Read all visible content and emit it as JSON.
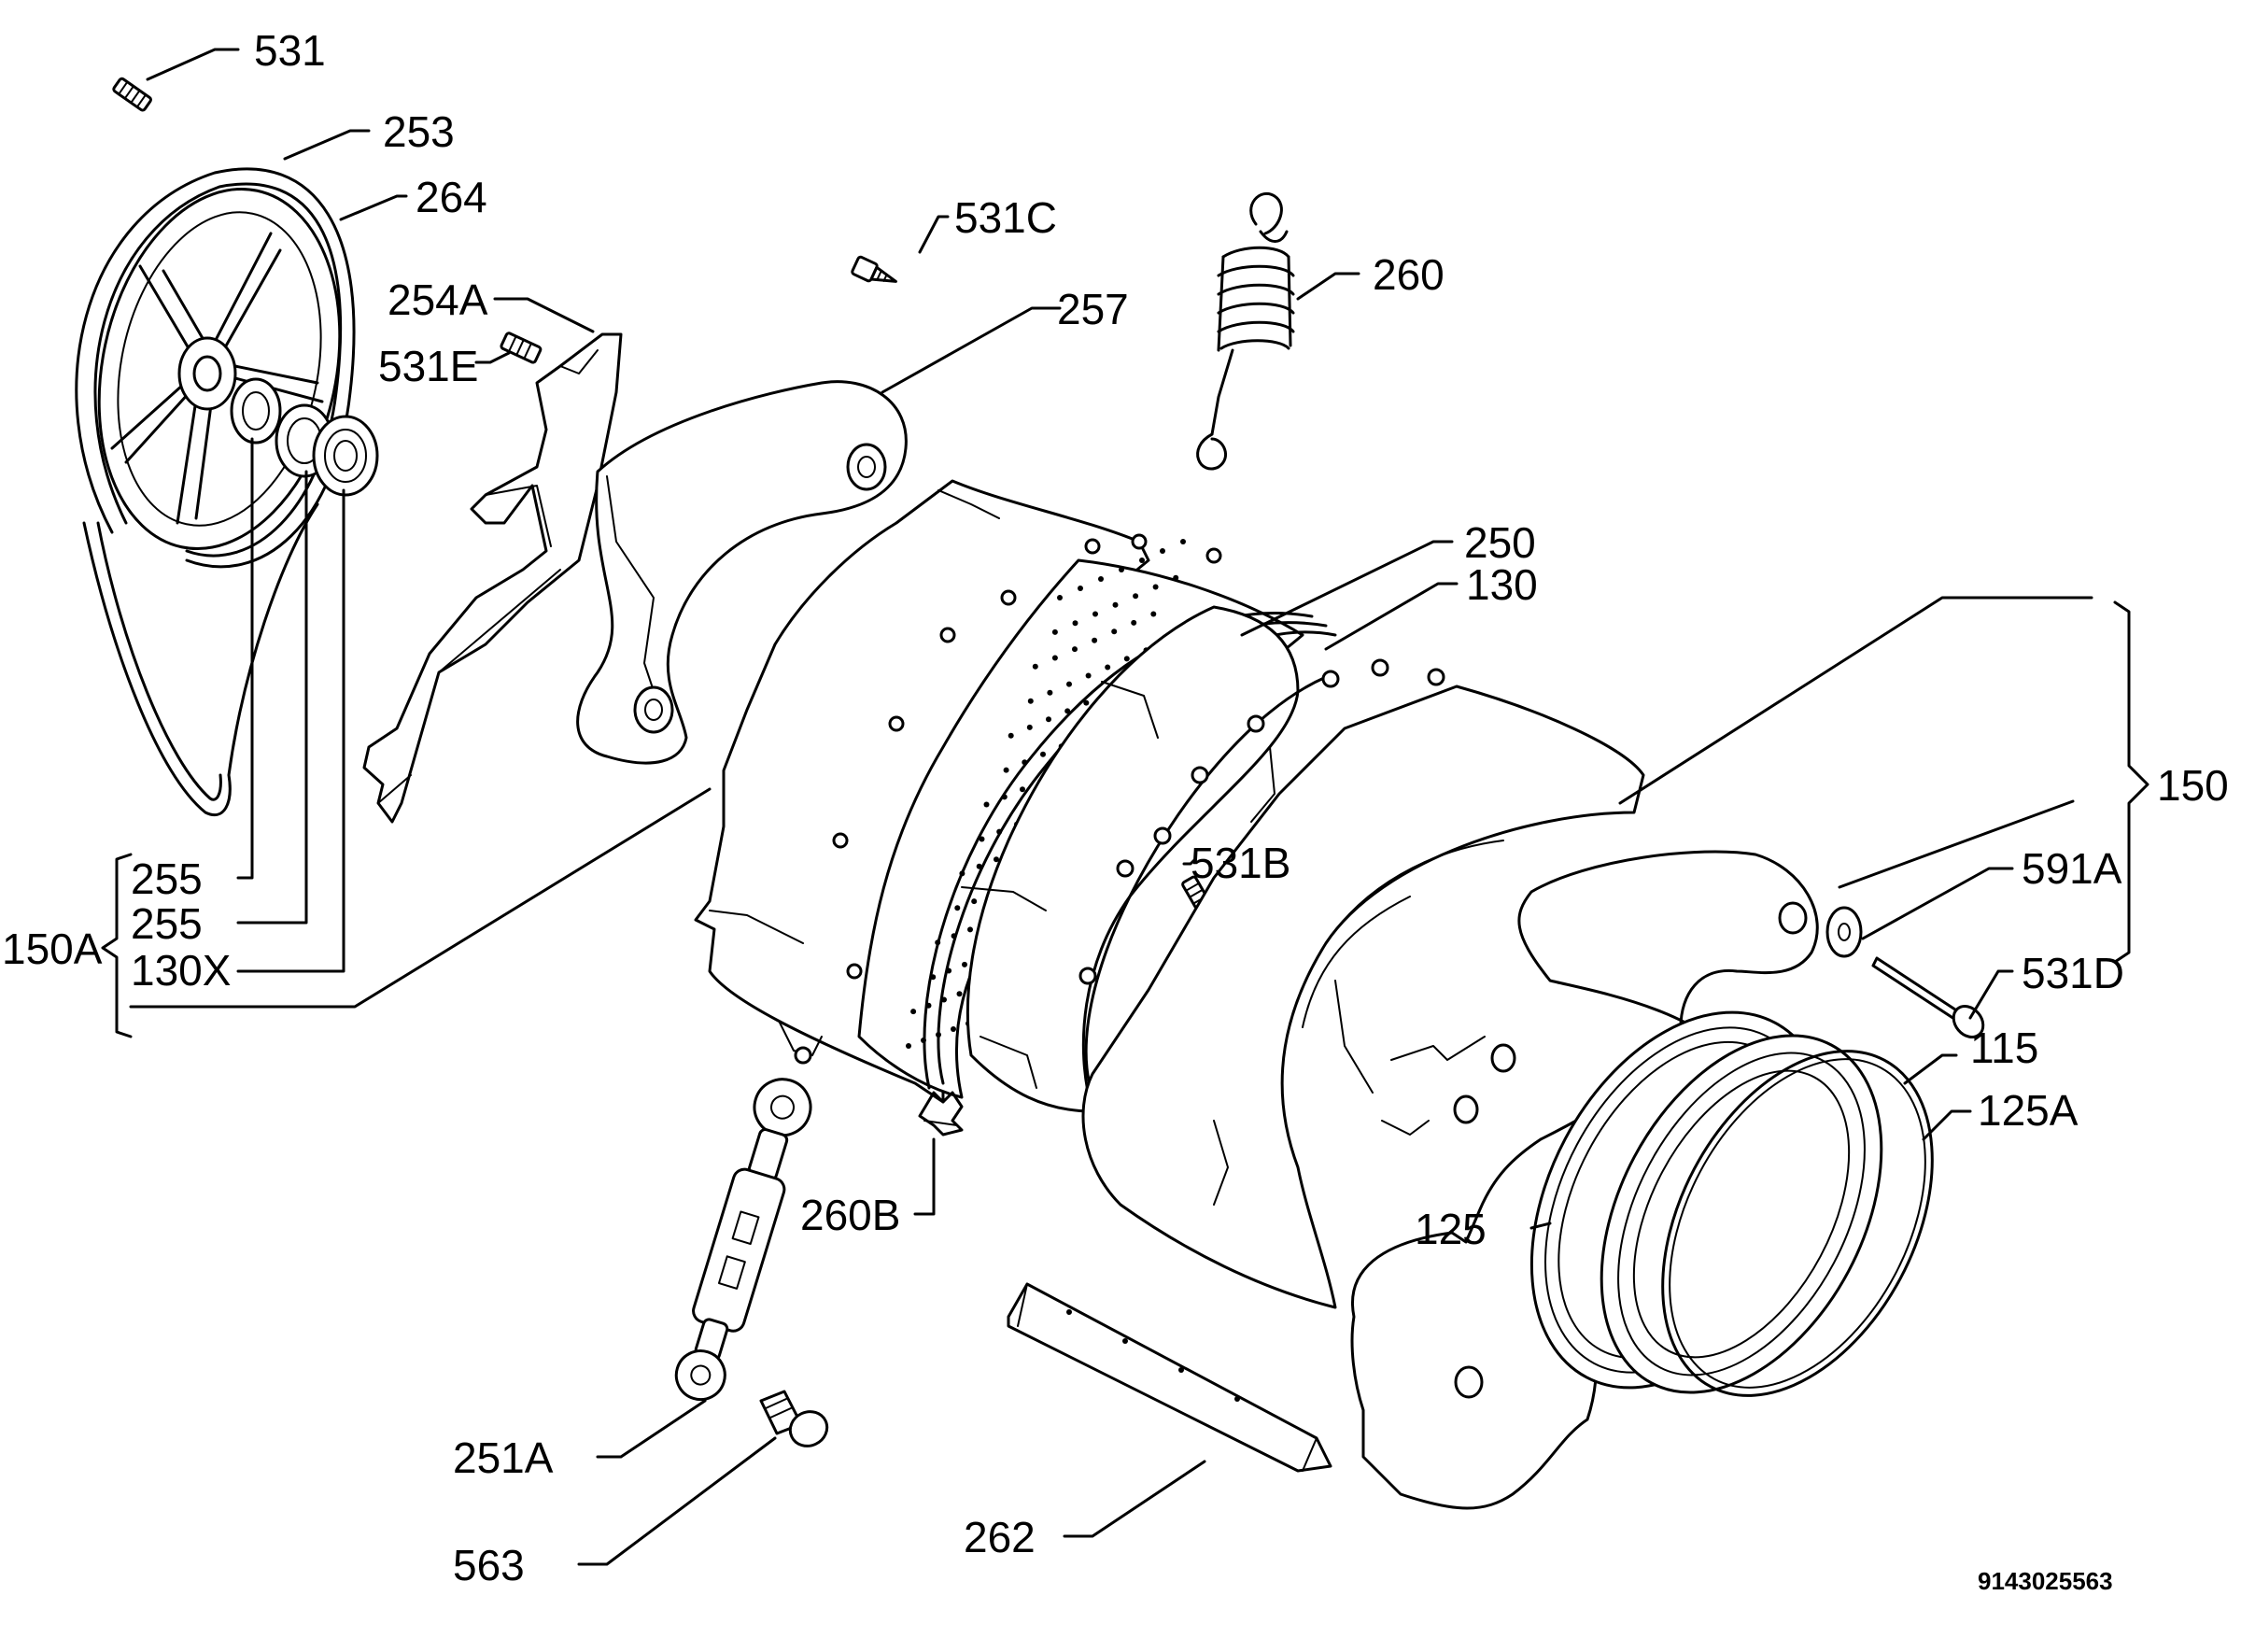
{
  "callouts": {
    "p531": "531",
    "p253": "253",
    "p264": "264",
    "p531c": "531C",
    "p260": "260",
    "p254a": "254A",
    "p531e": "531E",
    "p257": "257",
    "p250": "250",
    "p130": "130",
    "p150": "150",
    "p531b": "531B",
    "p591a": "591A",
    "p531d": "531D",
    "p255a": "255",
    "p255b": "255",
    "p150a": "150A",
    "p130x": "130X",
    "p115": "115",
    "p125a": "125A",
    "p260b": "260B",
    "p125": "125",
    "p251a": "251A",
    "p563": "563",
    "p262": "262"
  },
  "drawing_code": "9143025563"
}
